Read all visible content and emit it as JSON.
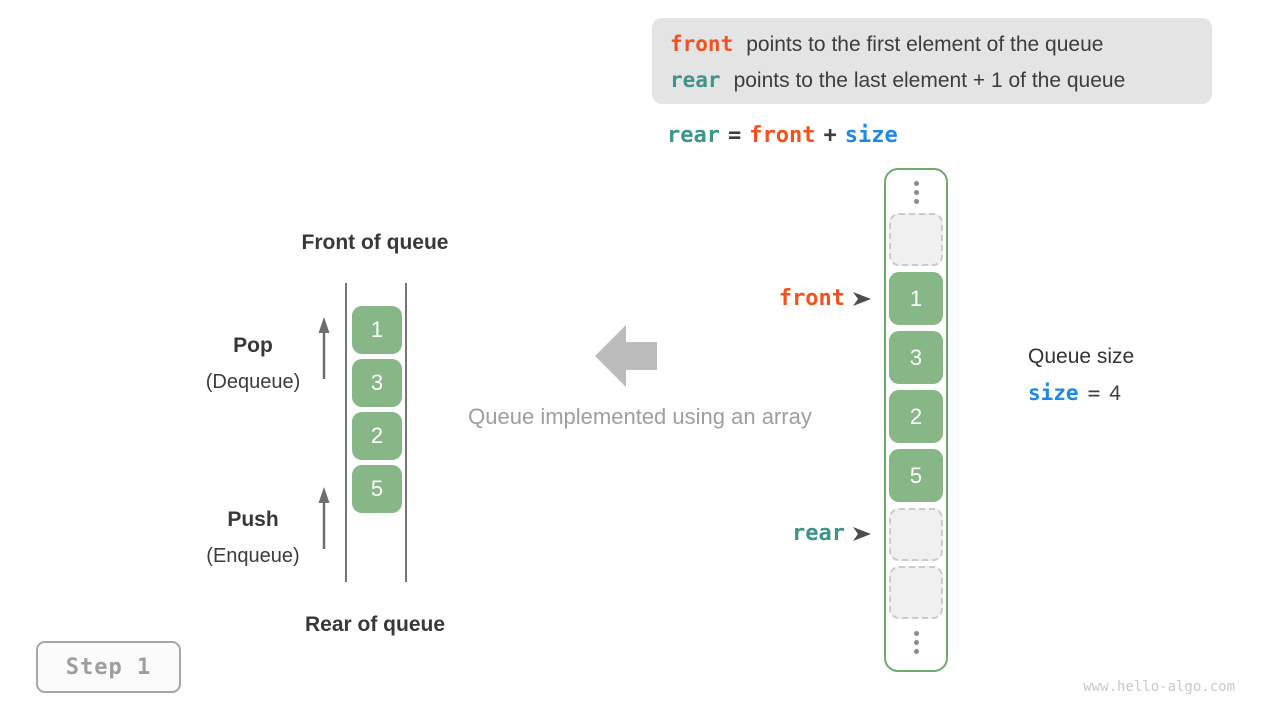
{
  "note_box": {
    "line1_keyword": "front",
    "line1_text": "points to the first element of the queue",
    "line2_keyword": "rear",
    "line2_text": "points to the last element + 1 of the queue"
  },
  "formula": {
    "lhs": "rear",
    "eq": "=",
    "operand": "front",
    "plus": "+",
    "rhs": "size"
  },
  "left_queue": {
    "front_label": "Front of queue",
    "rear_label": "Rear of queue",
    "pop_title": "Pop",
    "pop_subtitle": "(Dequeue)",
    "push_title": "Push",
    "push_subtitle": "(Enqueue)",
    "cells": [
      "1",
      "3",
      "2",
      "5"
    ]
  },
  "center_caption": "Queue implemented using an array",
  "right_array": {
    "front_pointer": "front",
    "rear_pointer": "rear",
    "values": [
      "1",
      "3",
      "2",
      "5"
    ]
  },
  "queue_size": {
    "label": "Queue size",
    "variable": "size",
    "equals": "=",
    "value": "4"
  },
  "step_badge": "Step 1",
  "watermark": "www.hello-algo.com",
  "colors": {
    "front_orange": "#f4511e",
    "rear_teal": "#3d9488",
    "size_blue": "#1e88e5",
    "cell_green": "#87b787",
    "container_green": "#6cab6c",
    "note_background": "#e4e4e4",
    "muted_gray": "#9e9e9e"
  }
}
